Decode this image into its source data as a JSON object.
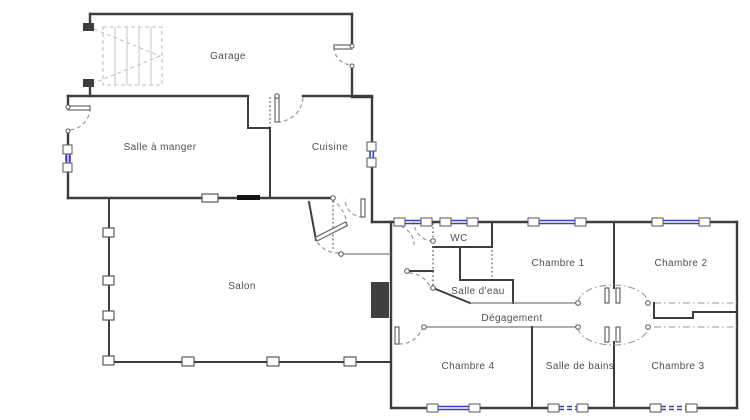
{
  "plan_type": "floor-plan",
  "rooms": {
    "garage": "Garage",
    "salle_a_manger": "Salle à manger",
    "cuisine": "Cuisine",
    "salon": "Salon",
    "wc": "WC",
    "chambre1": "Chambre 1",
    "chambre2": "Chambre 2",
    "salle_deau": "Salle d'eau",
    "degagement": "Dégagement",
    "chambre4": "Chambre 4",
    "salle_de_bains": "Salle de bains",
    "chambre3": "Chambre 3"
  },
  "colors": {
    "wall": "#3d3d3d",
    "window_blue": "#3c3cc8",
    "background": "#ffffff"
  }
}
